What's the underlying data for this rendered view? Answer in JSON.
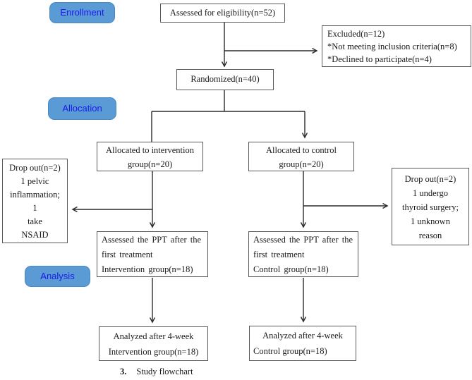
{
  "colors": {
    "stage_fill": "#5b9bd5",
    "stage_border": "#4a89c0",
    "stage_text": "#1b1aec",
    "box_border": "#595959",
    "line": "#2b2b2b"
  },
  "stages": {
    "enrollment": "Enrollment",
    "allocation": "Allocation",
    "analysis": "Analysis"
  },
  "boxes": {
    "eligibility": {
      "lines": [
        "Assessed for eligibility(n=52)"
      ]
    },
    "excluded": {
      "lines": [
        "Excluded(n=12)",
        "*Not meeting inclusion criteria(n=8)",
        "*Declined to participate(n=4)"
      ]
    },
    "randomized": {
      "lines": [
        "Randomized(n=40)"
      ]
    },
    "alloc_intervention": {
      "lines": [
        "Allocated to intervention",
        "group(n=20)"
      ]
    },
    "alloc_control": {
      "lines": [
        "Allocated to control",
        "group(n=20)"
      ]
    },
    "dropout_left": {
      "lines": [
        "Drop out(n=2)",
        "1 pelvic",
        "inflammation;",
        "1",
        "take",
        "NSAID"
      ]
    },
    "dropout_right": {
      "lines": [
        "Drop out(n=2)",
        "1 undergo",
        "thyroid surgery;",
        "1 unknown",
        "reason"
      ]
    },
    "ppt_intervention": {
      "lines": [
        "Assessed the PPT after the",
        "first treatment",
        "Intervention group(n=18)"
      ]
    },
    "ppt_control": {
      "lines": [
        "Assessed the PPT after the",
        "first treatment",
        "Control group(n=18)"
      ]
    },
    "analyzed_intervention": {
      "lines": [
        "Analyzed after 4-week",
        "Intervention group(n=18)"
      ]
    },
    "analyzed_control": {
      "lines": [
        "Analyzed after 4-week",
        "Control group(n=18)"
      ]
    }
  },
  "caption": {
    "number": "3.",
    "text": "Study flowchart"
  }
}
